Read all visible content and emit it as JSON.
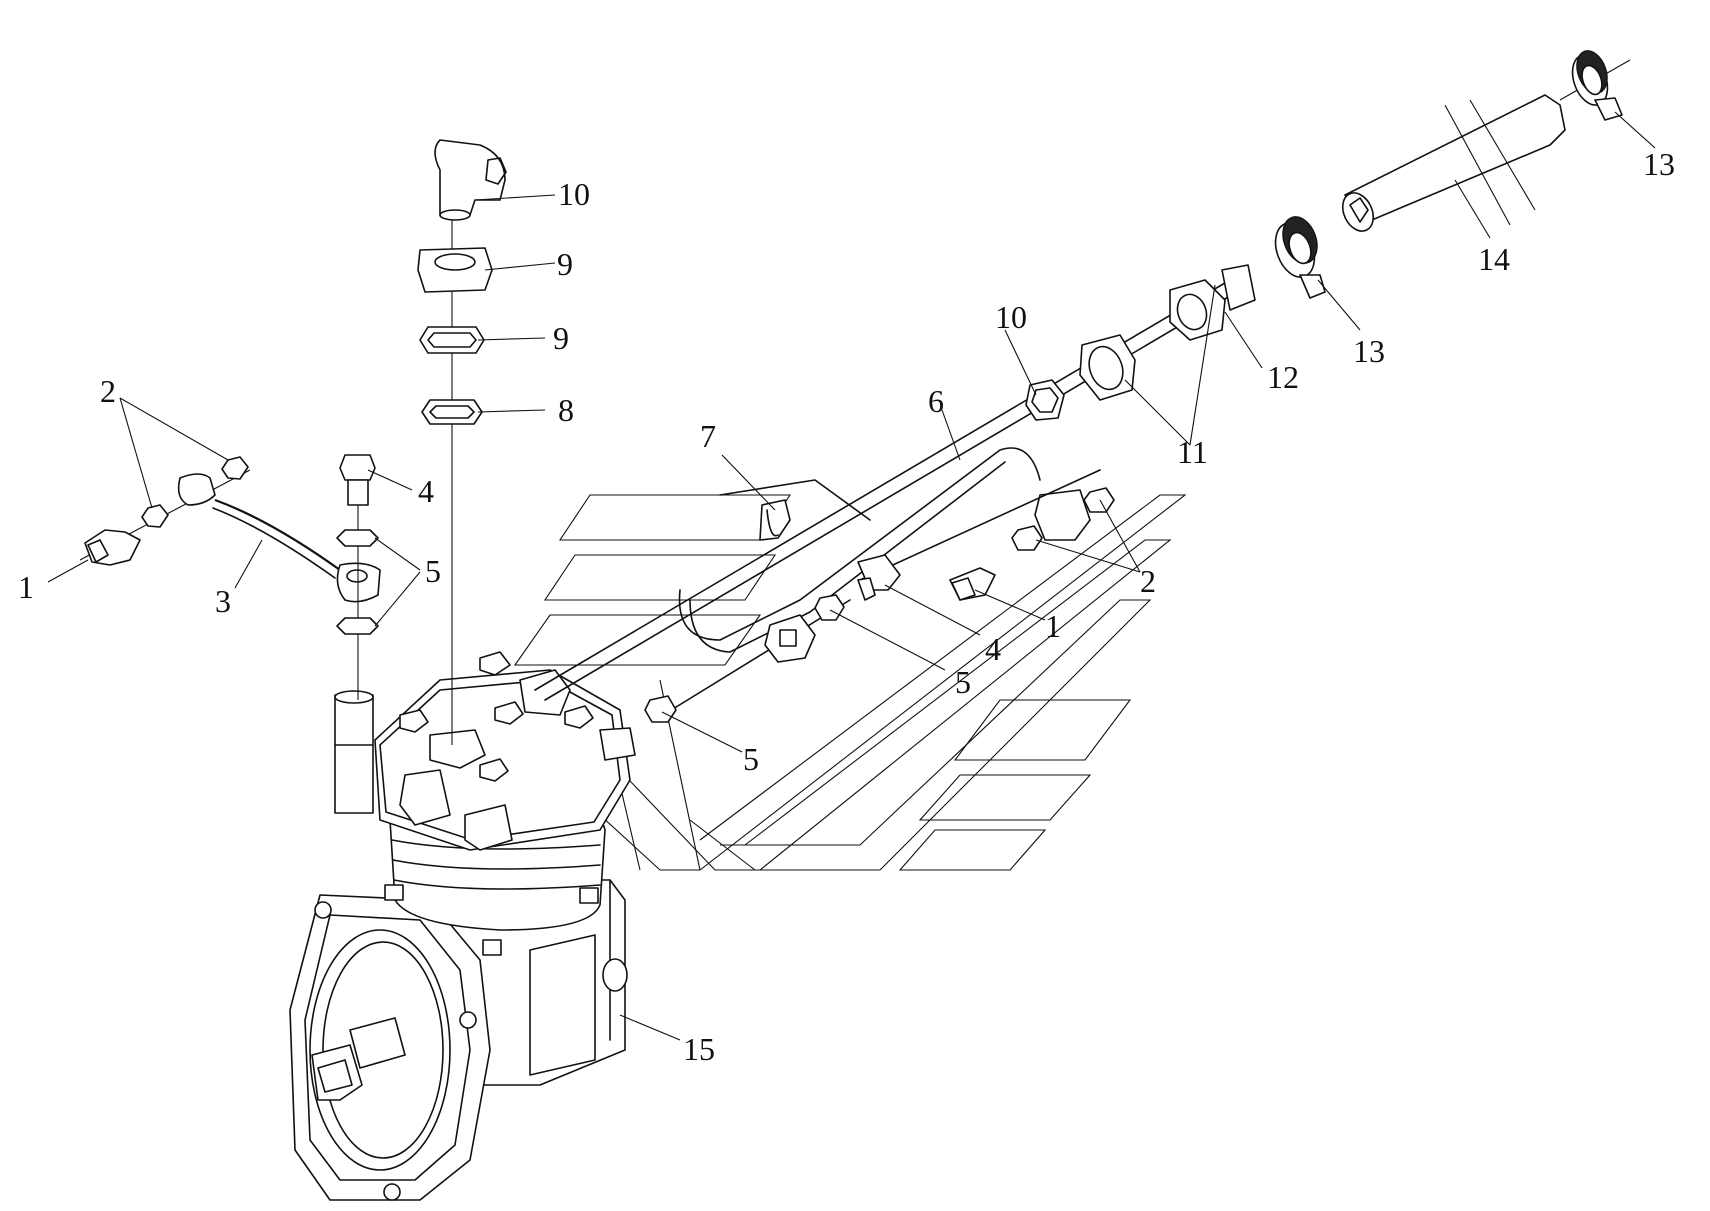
{
  "diagram": {
    "callouts": [
      {
        "id": "c1a",
        "text": "1"
      },
      {
        "id": "c1b",
        "text": "1"
      },
      {
        "id": "c2a",
        "text": "2"
      },
      {
        "id": "c2b",
        "text": "2"
      },
      {
        "id": "c3",
        "text": "3"
      },
      {
        "id": "c4a",
        "text": "4"
      },
      {
        "id": "c4b",
        "text": "4"
      },
      {
        "id": "c5a",
        "text": "5"
      },
      {
        "id": "c5b",
        "text": "5"
      },
      {
        "id": "c5c",
        "text": "5"
      },
      {
        "id": "c6",
        "text": "6"
      },
      {
        "id": "c7",
        "text": "7"
      },
      {
        "id": "c8",
        "text": "8"
      },
      {
        "id": "c9a",
        "text": "9"
      },
      {
        "id": "c9b",
        "text": "9"
      },
      {
        "id": "c10a",
        "text": "10"
      },
      {
        "id": "c10b",
        "text": "10"
      },
      {
        "id": "c11",
        "text": "11"
      },
      {
        "id": "c12",
        "text": "12"
      },
      {
        "id": "c13a",
        "text": "13"
      },
      {
        "id": "c13b",
        "text": "13"
      },
      {
        "id": "c14",
        "text": "14"
      },
      {
        "id": "c15",
        "text": "15"
      }
    ]
  }
}
